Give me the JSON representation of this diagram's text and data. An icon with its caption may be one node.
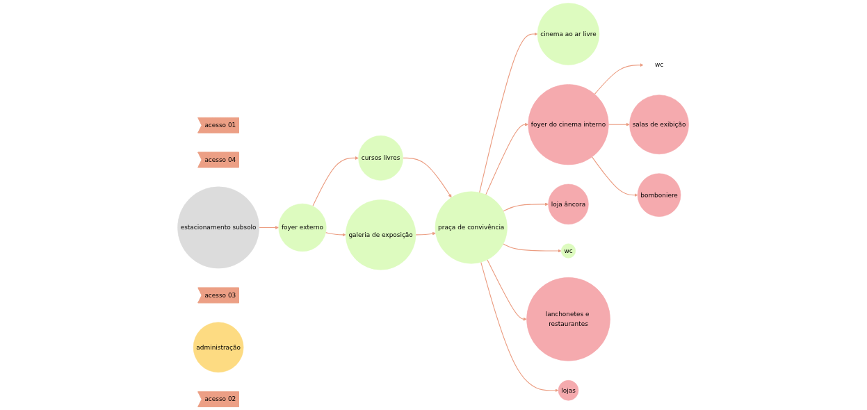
{
  "diagram": {
    "nodes": [
      {
        "text": [
          "foyer externo"
        ]
      },
      {
        "text": [
          "cursos livres"
        ]
      },
      {
        "text": [
          "cinema ao ar livre"
        ]
      },
      {
        "text": [
          "foyer do cinema interno"
        ]
      },
      {
        "text": [
          "wc"
        ]
      },
      {
        "text": [
          "salas de exibição"
        ]
      },
      {
        "text": [
          "acesso 01"
        ]
      },
      {
        "text": [
          "galeria de exposição"
        ]
      },
      {
        "text": [
          "praça de convivência"
        ]
      },
      {
        "text": [
          "bomboniere"
        ]
      },
      {
        "text": [
          "loja âncora"
        ]
      },
      {
        "text": [
          "acesso 04"
        ]
      },
      {
        "text": [
          "estacionamento subsolo"
        ]
      },
      {
        "text": [
          "wc"
        ]
      },
      {
        "text": [
          "acesso 03"
        ]
      },
      {
        "text": [
          "lanchonetes e restaurantes"
        ]
      },
      {
        "text": [
          "lojas"
        ]
      },
      {
        "text": [
          "administração"
        ]
      },
      {
        "text": [
          "acesso 02"
        ]
      }
    ],
    "edges": [
      {
        "from": 12,
        "to": 0,
        "arrow": "to"
      },
      {
        "from": 0,
        "to": 1,
        "arrow": "to"
      },
      {
        "from": 0,
        "to": 7,
        "arrow": "to"
      },
      {
        "from": 1,
        "to": 8,
        "arrow": "to"
      },
      {
        "from": 7,
        "to": 8,
        "arrow": "to"
      },
      {
        "from": 8,
        "to": 2,
        "arrow": "to"
      },
      {
        "from": 8,
        "to": 3,
        "arrow": "to"
      },
      {
        "from": 8,
        "to": 13,
        "arrow": "to"
      },
      {
        "from": 8,
        "to": 15,
        "arrow": "to"
      },
      {
        "from": 8,
        "to": 16,
        "arrow": "to"
      },
      {
        "from": 8,
        "to": 10,
        "arrow": "to"
      },
      {
        "from": 3,
        "to": 4,
        "arrow": "to"
      },
      {
        "from": 3,
        "to": 5,
        "arrow": "to"
      },
      {
        "from": 3,
        "to": 9,
        "arrow": "to"
      }
    ]
  }
}
